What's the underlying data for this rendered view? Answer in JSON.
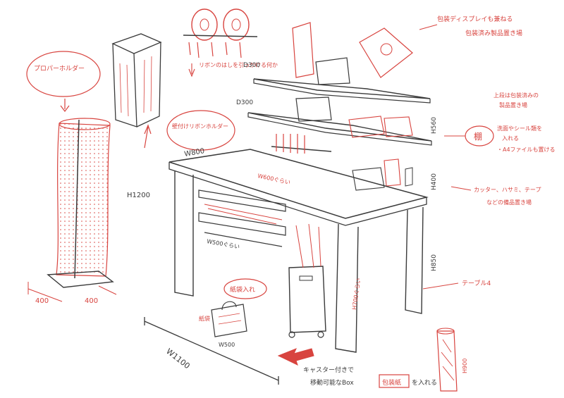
{
  "colors": {
    "ink": "#3a3a3a",
    "red": "#d8443f",
    "paper": "#ffffff"
  },
  "labels": {
    "proper_holder": "プロパーホルダー",
    "wall_holder": "壁付けリボンホルダー",
    "ribbon_hook": "リボンのはしを引っかける何か",
    "d300_top": "D300",
    "d300_mid": "D300",
    "w800": "W800",
    "w600": "W600ぐらい",
    "w500": "W500ぐらい",
    "paper_bag": "紙袋入れ",
    "bag_text": "紙袋",
    "w500_bag": "W500",
    "h700": "H700ぐらい",
    "caster": "キャスター付きで",
    "movable_prefix": "移動可能なBox",
    "movable_boxed": "包装紙",
    "movable_suffix": "を入れる",
    "w1100": "W1100",
    "h1200": "H1200",
    "dim_a": "400",
    "dim_b": "400",
    "h560": "H560",
    "h400": "H400",
    "h850": "H850",
    "h900": "H900",
    "table_note": "テーブル4",
    "display_note_1": "包装ディスプレイも兼ねる",
    "display_note_2": "包装済み製品置き場",
    "shelf_note_1": "上段は包装済みの",
    "shelf_note_2": "製品置き場",
    "shelf_circle": "棚",
    "shelf_note_3": "洗面やシール類を",
    "shelf_note_4": "入れる",
    "shelf_note_5": "・A4ファイルも置ける",
    "tools_note_1": "カッター、ハサミ、テープ",
    "tools_note_2": "などの備品置き場"
  }
}
